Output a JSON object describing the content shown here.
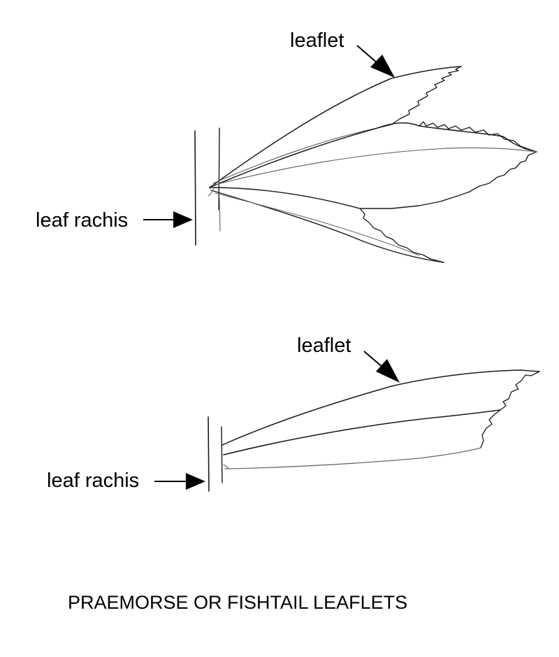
{
  "figure_1": {
    "leaflet_label": "leaflet",
    "rachis_label": "leaf rachis"
  },
  "figure_2": {
    "leaflet_label": "leaflet",
    "rachis_label": "leaf rachis"
  },
  "caption": "PRAEMORSE OR FISHTAIL LEAFLETS",
  "colors": {
    "ink": "#000000",
    "pencil": "#1a1a1a",
    "background": "#ffffff"
  }
}
